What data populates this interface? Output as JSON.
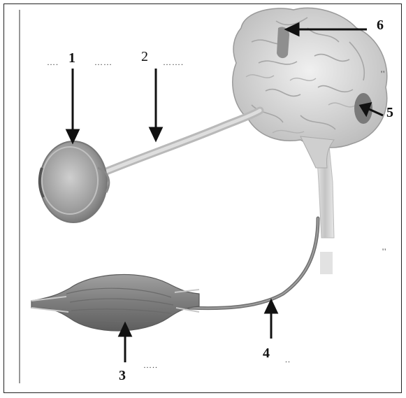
{
  "labels": {
    "l1": "1",
    "l2": "2",
    "l3": "3",
    "l4": "4",
    "l5": "5",
    "l6": "6"
  },
  "blanks": {
    "b1": "….",
    "b2": "……",
    "b3": "…….",
    "b4": "…..",
    "b5": "..",
    "b6": "''",
    "b7": "''"
  },
  "colors": {
    "ink": "#111111",
    "eye": "#a8a8a8",
    "nerve": "#c9c9c9",
    "brain": "#d6d6d6",
    "muscle": "#8a8a8a",
    "motor_nerve": "#7a7a7a"
  }
}
